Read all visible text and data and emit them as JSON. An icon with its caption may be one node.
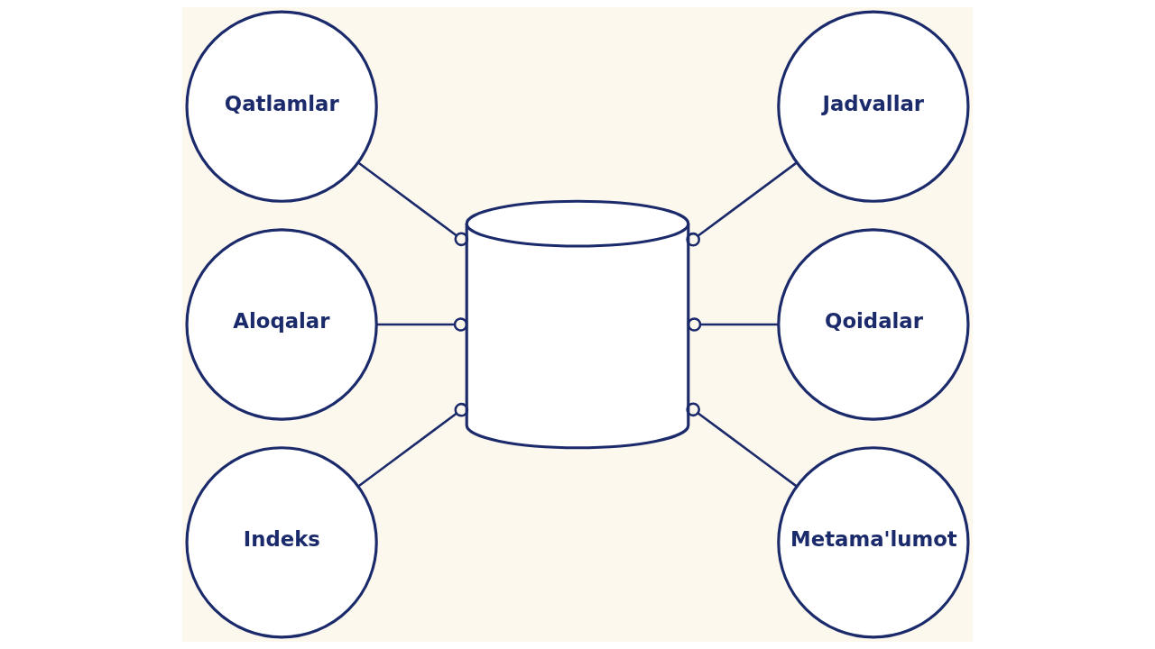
{
  "diagram": {
    "nodes": [
      {
        "text": [
          "Qatlamlar"
        ]
      },
      {
        "text": [
          "Jadvallar"
        ]
      },
      {
        "text": [],
        "shape": "cylinder"
      },
      {
        "text": [
          "Aloqalar"
        ]
      },
      {
        "text": [
          "Qoidalar"
        ]
      },
      {
        "text": [
          "Indeks"
        ]
      },
      {
        "text": [
          "Metama'lumot"
        ]
      }
    ],
    "edges": [
      {
        "from": 0,
        "to": 2,
        "arrow": "other"
      },
      {
        "from": 1,
        "to": 2,
        "arrow": "other"
      },
      {
        "from": 3,
        "to": 2,
        "arrow": "other"
      },
      {
        "from": 4,
        "to": 2,
        "arrow": "other"
      },
      {
        "from": 5,
        "to": 2,
        "arrow": "other"
      },
      {
        "from": 6,
        "to": 2,
        "arrow": "other"
      }
    ]
  }
}
